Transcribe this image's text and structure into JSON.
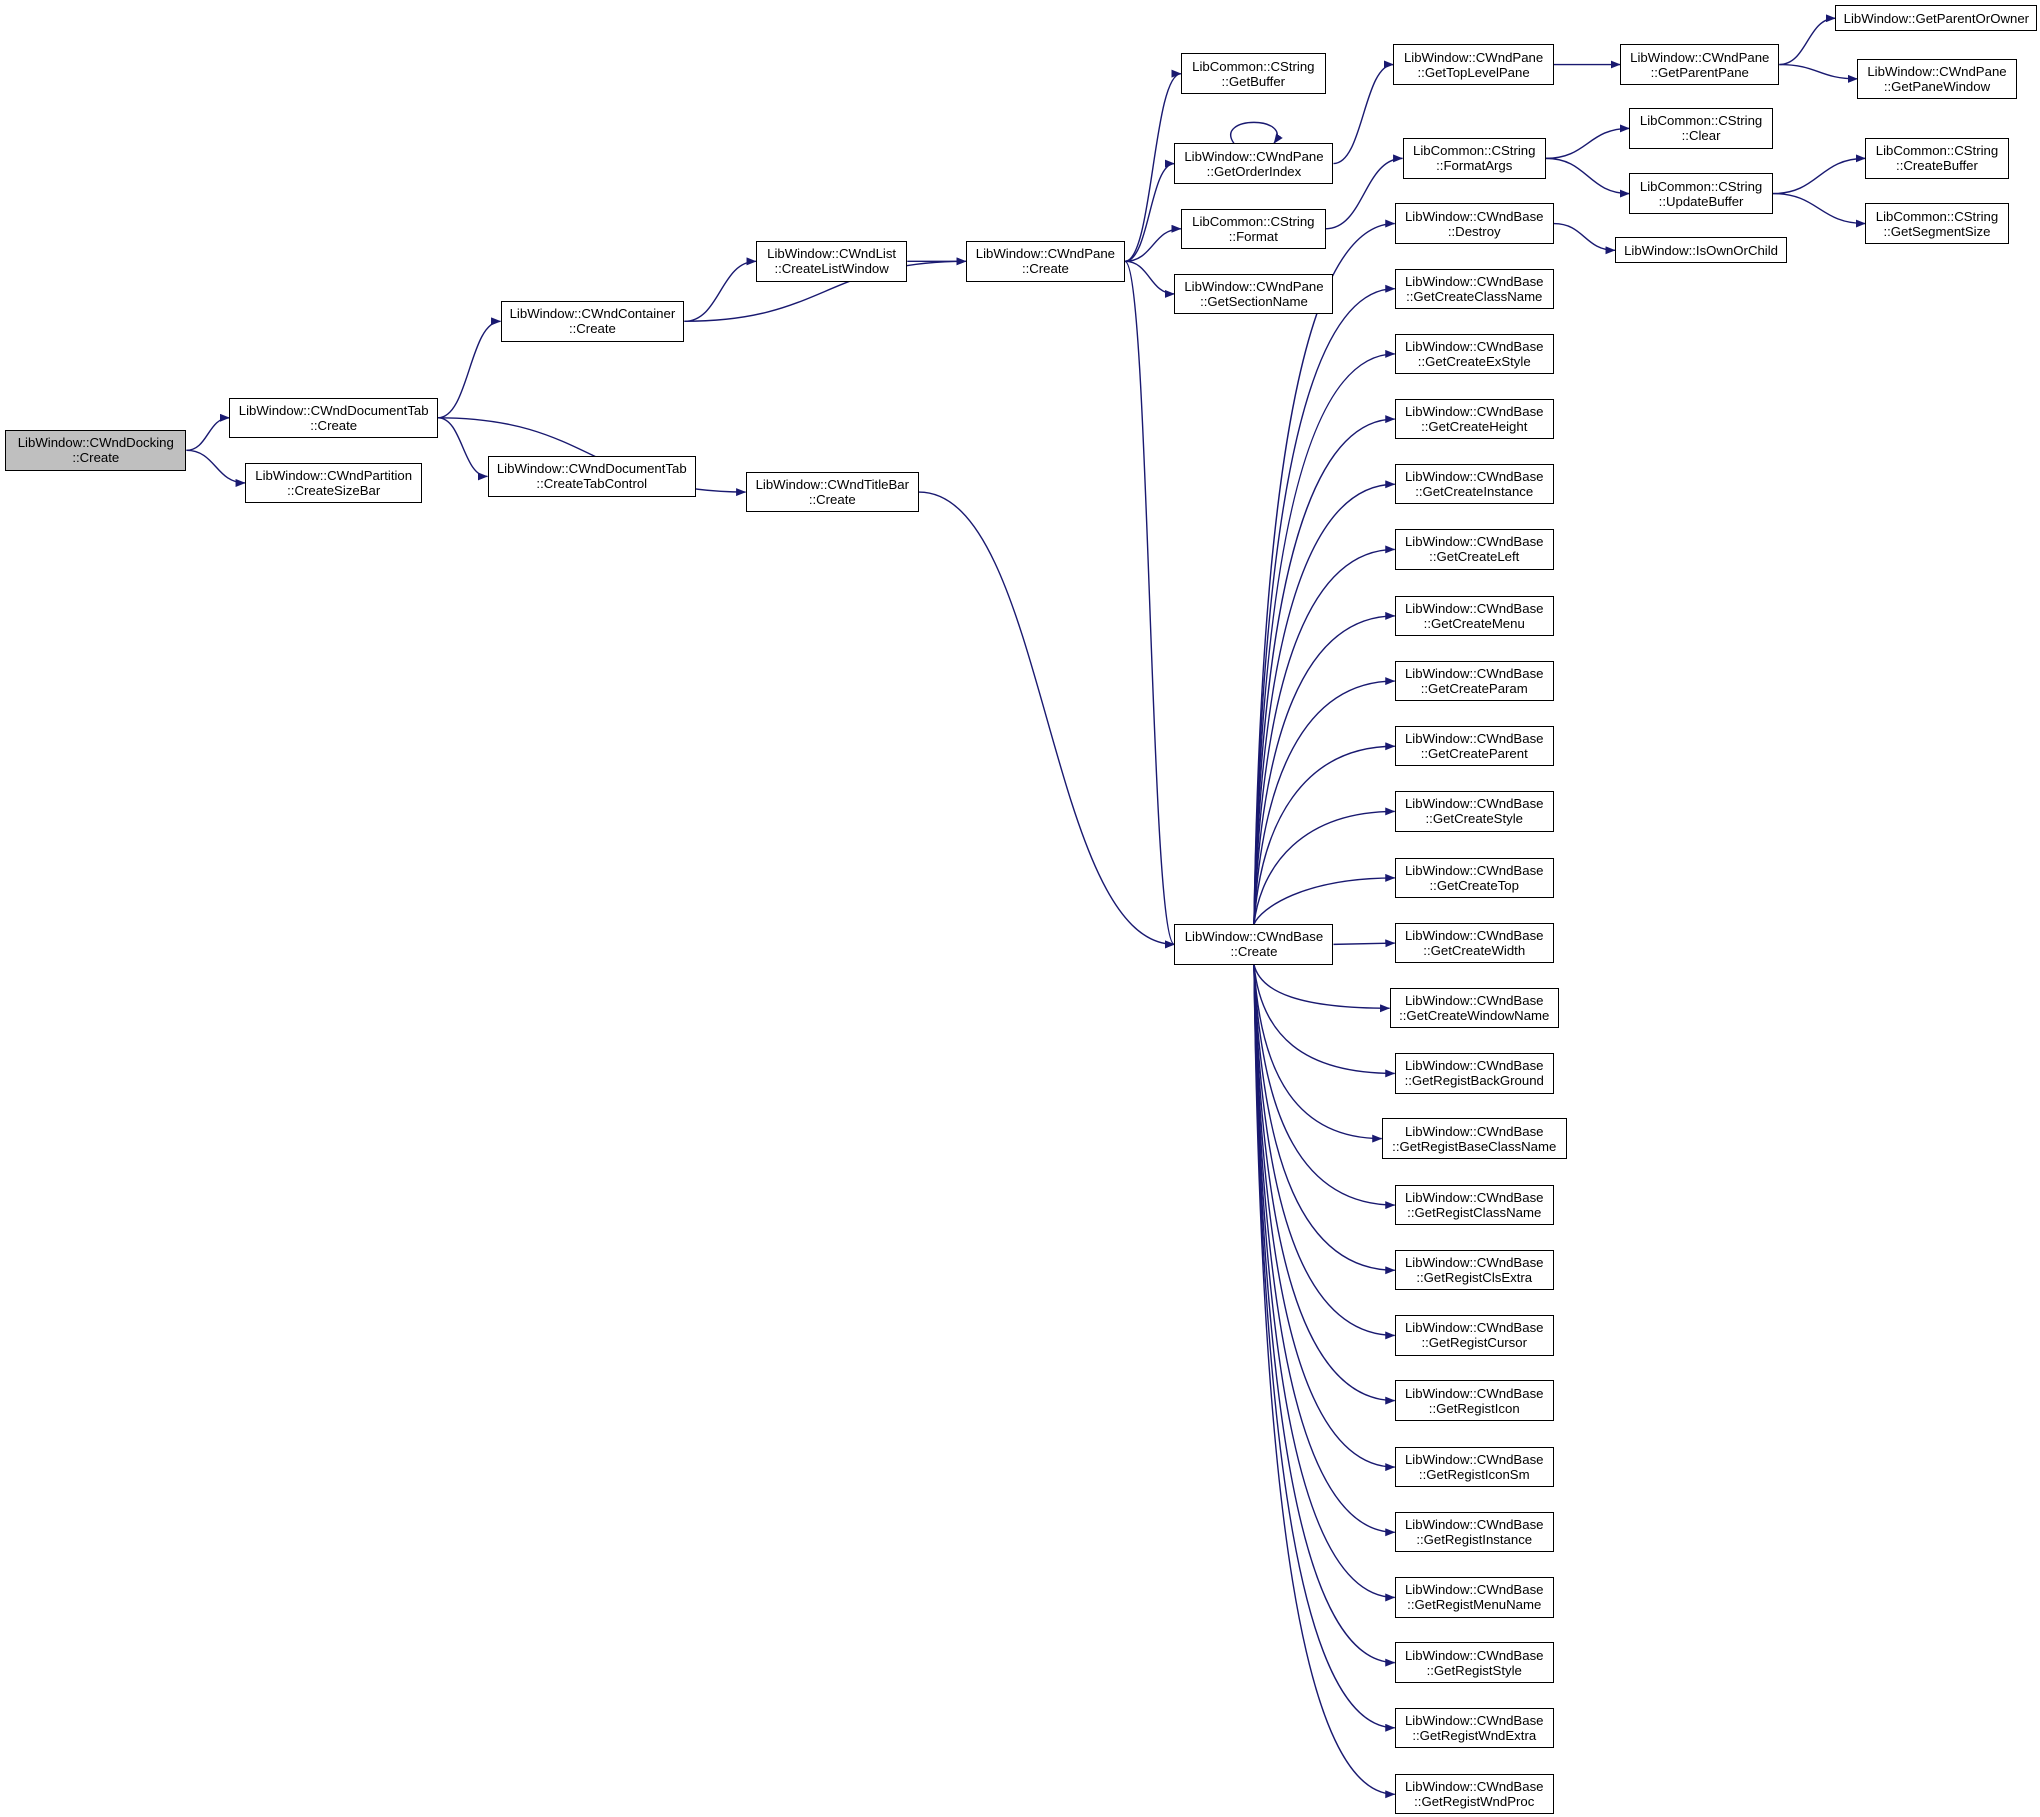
{
  "colors": {
    "edge": "#191970",
    "root_fill": "#bfbfbf",
    "node_fill": "#ffffff",
    "border": "#000000"
  },
  "nodes": {
    "root": {
      "line1": "LibWindow::CWndDocking",
      "line2": "::Create"
    },
    "docTabCreate": {
      "line1": "LibWindow::CWndDocumentTab",
      "line2": "::Create"
    },
    "partitionSizeBar": {
      "line1": "LibWindow::CWndPartition",
      "line2": "::CreateSizeBar"
    },
    "containerCreate": {
      "line1": "LibWindow::CWndContainer",
      "line2": "::Create"
    },
    "docTabCtrl": {
      "line1": "LibWindow::CWndDocumentTab",
      "line2": "::CreateTabControl"
    },
    "titleBarCreate": {
      "line1": "LibWindow::CWndTitleBar",
      "line2": "::Create"
    },
    "listWindow": {
      "line1": "LibWindow::CWndList",
      "line2": "::CreateListWindow"
    },
    "paneCreate": {
      "line1": "LibWindow::CWndPane",
      "line2": "::Create"
    },
    "getBuffer": {
      "line1": "LibCommon::CString",
      "line2": "::GetBuffer"
    },
    "orderIndex": {
      "line1": "LibWindow::CWndPane",
      "line2": "::GetOrderIndex"
    },
    "format": {
      "line1": "LibCommon::CString",
      "line2": "::Format"
    },
    "sectionName": {
      "line1": "LibWindow::CWndPane",
      "line2": "::GetSectionName"
    },
    "topLevelPane": {
      "line1": "LibWindow::CWndPane",
      "line2": "::GetTopLevelPane"
    },
    "parentPane": {
      "line1": "LibWindow::CWndPane",
      "line2": "::GetParentPane"
    },
    "parentOrOwner": {
      "line1": "LibWindow::GetParentOrOwner",
      "line2": ""
    },
    "paneWindow": {
      "line1": "LibWindow::CWndPane",
      "line2": "::GetPaneWindow"
    },
    "formatArgs": {
      "line1": "LibCommon::CString",
      "line2": "::FormatArgs"
    },
    "clear": {
      "line1": "LibCommon::CString",
      "line2": "::Clear"
    },
    "updateBuffer": {
      "line1": "LibCommon::CString",
      "line2": "::UpdateBuffer"
    },
    "createBuffer": {
      "line1": "LibCommon::CString",
      "line2": "::CreateBuffer"
    },
    "segmentSize": {
      "line1": "LibCommon::CString",
      "line2": "::GetSegmentSize"
    },
    "destroy": {
      "line1": "LibWindow::CWndBase",
      "line2": "::Destroy"
    },
    "isOwnOrChild": {
      "line1": "LibWindow::IsOwnOrChild",
      "line2": ""
    },
    "baseCreate": {
      "line1": "LibWindow::CWndBase",
      "line2": "::Create"
    },
    "b_getCreateClassName": {
      "line1": "LibWindow::CWndBase",
      "line2": "::GetCreateClassName"
    },
    "b_getCreateExStyle": {
      "line1": "LibWindow::CWndBase",
      "line2": "::GetCreateExStyle"
    },
    "b_getCreateHeight": {
      "line1": "LibWindow::CWndBase",
      "line2": "::GetCreateHeight"
    },
    "b_getCreateInstance": {
      "line1": "LibWindow::CWndBase",
      "line2": "::GetCreateInstance"
    },
    "b_getCreateLeft": {
      "line1": "LibWindow::CWndBase",
      "line2": "::GetCreateLeft"
    },
    "b_getCreateMenu": {
      "line1": "LibWindow::CWndBase",
      "line2": "::GetCreateMenu"
    },
    "b_getCreateParam": {
      "line1": "LibWindow::CWndBase",
      "line2": "::GetCreateParam"
    },
    "b_getCreateParent": {
      "line1": "LibWindow::CWndBase",
      "line2": "::GetCreateParent"
    },
    "b_getCreateStyle": {
      "line1": "LibWindow::CWndBase",
      "line2": "::GetCreateStyle"
    },
    "b_getCreateTop": {
      "line1": "LibWindow::CWndBase",
      "line2": "::GetCreateTop"
    },
    "b_getCreateWidth": {
      "line1": "LibWindow::CWndBase",
      "line2": "::GetCreateWidth"
    },
    "b_getCreateWindowName": {
      "line1": "LibWindow::CWndBase",
      "line2": "::GetCreateWindowName"
    },
    "b_getRegistBackGround": {
      "line1": "LibWindow::CWndBase",
      "line2": "::GetRegistBackGround"
    },
    "b_getRegistBaseClassName": {
      "line1": "LibWindow::CWndBase",
      "line2": "::GetRegistBaseClassName"
    },
    "b_getRegistClassName": {
      "line1": "LibWindow::CWndBase",
      "line2": "::GetRegistClassName"
    },
    "b_getRegistClsExtra": {
      "line1": "LibWindow::CWndBase",
      "line2": "::GetRegistClsExtra"
    },
    "b_getRegistCursor": {
      "line1": "LibWindow::CWndBase",
      "line2": "::GetRegistCursor"
    },
    "b_getRegistIcon": {
      "line1": "LibWindow::CWndBase",
      "line2": "::GetRegistIcon"
    },
    "b_getRegistIconSm": {
      "line1": "LibWindow::CWndBase",
      "line2": "::GetRegistIconSm"
    },
    "b_getRegistInstance": {
      "line1": "LibWindow::CWndBase",
      "line2": "::GetRegistInstance"
    },
    "b_getRegistMenuName": {
      "line1": "LibWindow::CWndBase",
      "line2": "::GetRegistMenuName"
    },
    "b_getRegistStyle": {
      "line1": "LibWindow::CWndBase",
      "line2": "::GetRegistStyle"
    },
    "b_getRegistWndExtra": {
      "line1": "LibWindow::CWndBase",
      "line2": "::GetRegistWndExtra"
    },
    "b_getRegistWndProc": {
      "line1": "LibWindow::CWndBase",
      "line2": "::GetRegistWndProc"
    }
  },
  "edges": [
    [
      "root",
      "docTabCreate"
    ],
    [
      "root",
      "partitionSizeBar"
    ],
    [
      "docTabCreate",
      "containerCreate"
    ],
    [
      "docTabCreate",
      "docTabCtrl"
    ],
    [
      "docTabCreate",
      "titleBarCreate"
    ],
    [
      "containerCreate",
      "listWindow"
    ],
    [
      "containerCreate",
      "paneCreate"
    ],
    [
      "listWindow",
      "paneCreate"
    ],
    [
      "paneCreate",
      "getBuffer"
    ],
    [
      "paneCreate",
      "orderIndex"
    ],
    [
      "paneCreate",
      "format"
    ],
    [
      "paneCreate",
      "sectionName"
    ],
    [
      "paneCreate",
      "baseCreate"
    ],
    [
      "titleBarCreate",
      "baseCreate"
    ],
    [
      "orderIndex",
      "orderIndex"
    ],
    [
      "orderIndex",
      "topLevelPane"
    ],
    [
      "topLevelPane",
      "parentPane"
    ],
    [
      "parentPane",
      "parentOrOwner"
    ],
    [
      "parentPane",
      "paneWindow"
    ],
    [
      "format",
      "formatArgs"
    ],
    [
      "formatArgs",
      "clear"
    ],
    [
      "formatArgs",
      "updateBuffer"
    ],
    [
      "updateBuffer",
      "createBuffer"
    ],
    [
      "updateBuffer",
      "segmentSize"
    ],
    [
      "destroy",
      "isOwnOrChild"
    ],
    [
      "baseCreate",
      "destroy"
    ],
    [
      "baseCreate",
      "b_getCreateClassName"
    ],
    [
      "baseCreate",
      "b_getCreateExStyle"
    ],
    [
      "baseCreate",
      "b_getCreateHeight"
    ],
    [
      "baseCreate",
      "b_getCreateInstance"
    ],
    [
      "baseCreate",
      "b_getCreateLeft"
    ],
    [
      "baseCreate",
      "b_getCreateMenu"
    ],
    [
      "baseCreate",
      "b_getCreateParam"
    ],
    [
      "baseCreate",
      "b_getCreateParent"
    ],
    [
      "baseCreate",
      "b_getCreateStyle"
    ],
    [
      "baseCreate",
      "b_getCreateTop"
    ],
    [
      "baseCreate",
      "b_getCreateWidth"
    ],
    [
      "baseCreate",
      "b_getCreateWindowName"
    ],
    [
      "baseCreate",
      "b_getRegistBackGround"
    ],
    [
      "baseCreate",
      "b_getRegistBaseClassName"
    ],
    [
      "baseCreate",
      "b_getRegistClassName"
    ],
    [
      "baseCreate",
      "b_getRegistClsExtra"
    ],
    [
      "baseCreate",
      "b_getRegistCursor"
    ],
    [
      "baseCreate",
      "b_getRegistIcon"
    ],
    [
      "baseCreate",
      "b_getRegistIconSm"
    ],
    [
      "baseCreate",
      "b_getRegistInstance"
    ],
    [
      "baseCreate",
      "b_getRegistMenuName"
    ],
    [
      "baseCreate",
      "b_getRegistStyle"
    ],
    [
      "baseCreate",
      "b_getRegistWndExtra"
    ],
    [
      "baseCreate",
      "b_getRegistWndProc"
    ]
  ]
}
